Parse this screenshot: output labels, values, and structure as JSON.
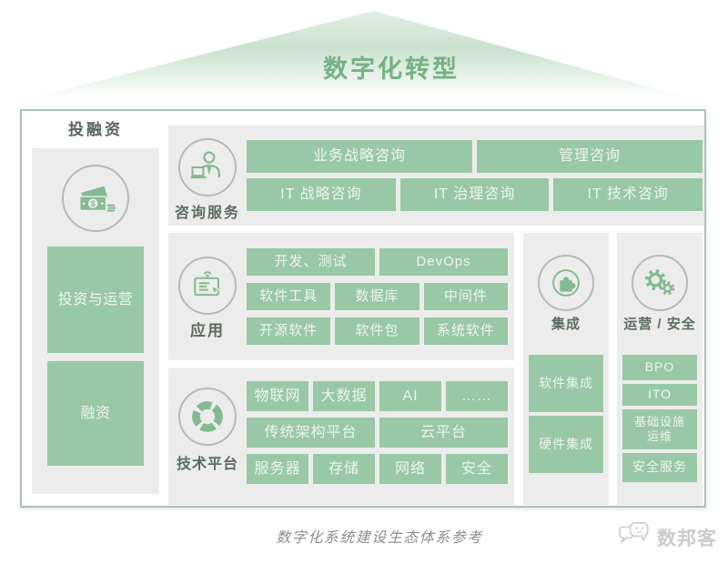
{
  "roof": {
    "title": "数字化转型"
  },
  "colors": {
    "box_green": "#98c8a6",
    "panel_gray": "#ececec",
    "title_green": "#74b184",
    "icon_green": "#84ba92",
    "label_dark": "#5d6b60",
    "border_green": "#abc3b5"
  },
  "investment": {
    "label": "投融资",
    "icon": "money-icon",
    "items": [
      "投资与运营",
      "融资"
    ]
  },
  "consulting": {
    "label": "咨询服务",
    "icon": "consultant-icon",
    "row1": [
      "业务战略咨询",
      "管理咨询"
    ],
    "row2": [
      "IT 战略咨询",
      "IT 治理咨询",
      "IT 技术咨询"
    ]
  },
  "application": {
    "label": "应用",
    "icon": "app-screen-icon",
    "row1": [
      "开发、测试",
      "DevOps"
    ],
    "row2": [
      "软件工具",
      "数据库",
      "中间件"
    ],
    "row3": [
      "开源软件",
      "软件包",
      "系统软件"
    ]
  },
  "tech_platform": {
    "label": "技术平台",
    "icon": "platform-wheel-icon",
    "row1": [
      "物联网",
      "大数据",
      "AI",
      "……"
    ],
    "row2": [
      "传统架构平台",
      "云平台"
    ],
    "row3": [
      "服务器",
      "存储",
      "网络",
      "安全"
    ]
  },
  "integration": {
    "label": "集成",
    "icon": "puzzle-icon",
    "items": [
      "软件集成",
      "硬件集成"
    ]
  },
  "operations": {
    "label": "运营 / 安全",
    "icon": "gears-icon",
    "items": [
      "BPO",
      "ITO",
      "基础设施\n运维",
      "安全服务"
    ]
  },
  "footer": {
    "caption": "数字化系统建设生态体系参考",
    "logo_text": "数邦客",
    "logo_icon": "chat-bubbles-icon"
  }
}
